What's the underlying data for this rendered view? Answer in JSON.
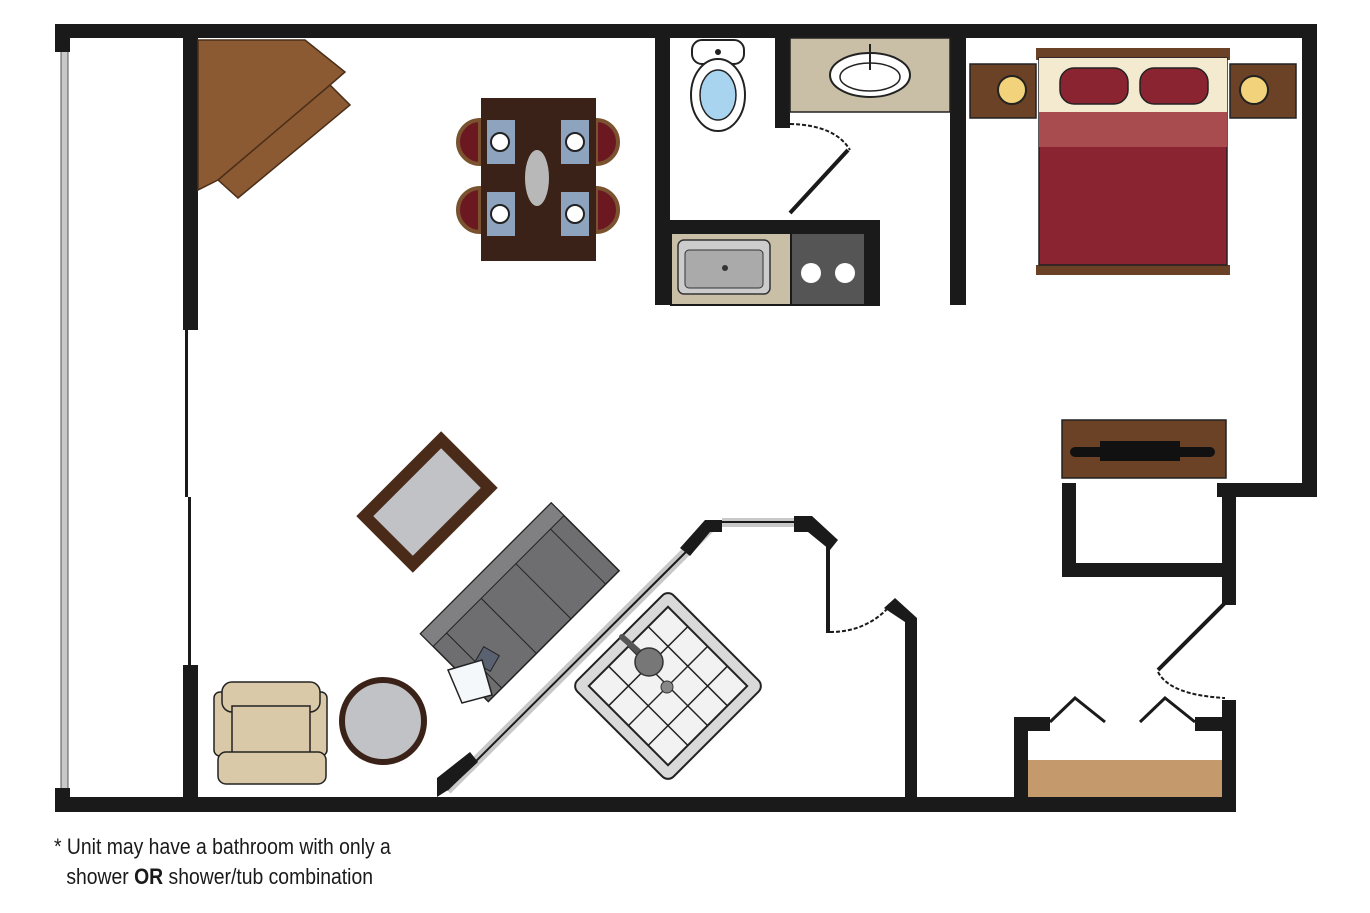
{
  "footnote": {
    "line1": "* Unit may have a bathroom with only a",
    "line2_pre": "shower ",
    "line2_bold": "OR",
    "line2_post": " shower/tub combination"
  },
  "colors": {
    "wall": "#1a1a1a",
    "window": "#c8c8c8",
    "bedspread": "#8a2430",
    "wood": "#6b4226",
    "sofa": "#6e6e70",
    "chair": "#d9c9a8",
    "closet_shelf": "#c49a6c",
    "counter": "#c9bfa6"
  }
}
